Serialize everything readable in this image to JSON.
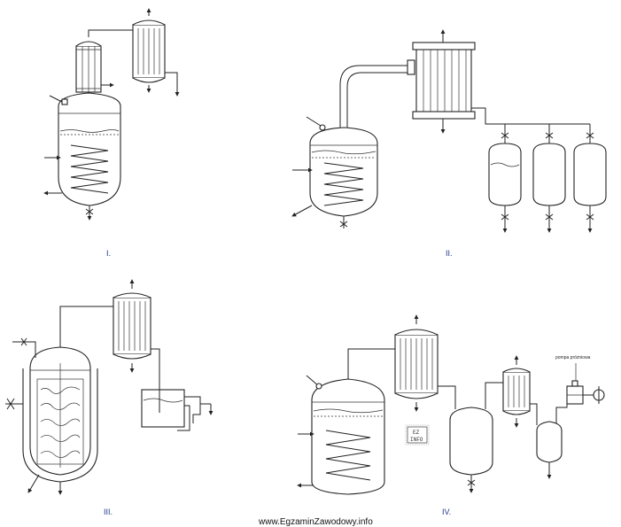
{
  "diagrams": [
    {
      "id": "I",
      "label": "I."
    },
    {
      "id": "II",
      "label": "II."
    },
    {
      "id": "III",
      "label": "III."
    },
    {
      "id": "IV",
      "label": "IV."
    }
  ],
  "pump_label": "pompa próżniowa",
  "watermark": "www.EgzaminZawodowy.info",
  "stamp": {
    "line1": "EZ",
    "line2": "INFO"
  }
}
